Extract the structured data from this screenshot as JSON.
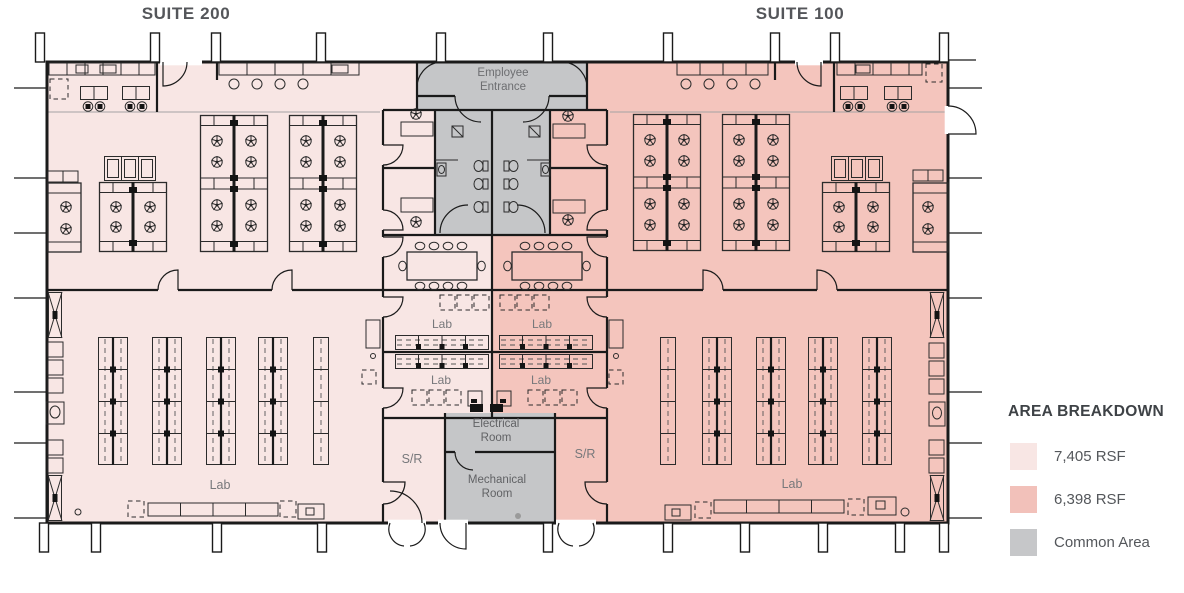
{
  "suites": {
    "suite200": "SUITE 200",
    "suite100": "SUITE 100"
  },
  "rooms": {
    "employee_entrance": "Employee Entrance",
    "lab": "Lab",
    "electrical_room": "Electrical Room",
    "mechanical_room": "Mechanical Room",
    "storage": "S/R"
  },
  "legend": {
    "title": "AREA BREAKDOWN",
    "items": [
      {
        "label": "7,405 RSF",
        "color": "#f8e6e4"
      },
      {
        "label": "6,398 RSF",
        "color": "#f2c1ba"
      },
      {
        "label": "Common Area",
        "color": "#c6c7c9"
      }
    ]
  },
  "colors": {
    "suite200_fill": "#f8e6e4",
    "suite100_fill": "#f4c5bd",
    "common_fill": "#c5c6c8",
    "wall": "#1a1a1a",
    "title_text": "#54565a",
    "label_text": "#77787b"
  }
}
